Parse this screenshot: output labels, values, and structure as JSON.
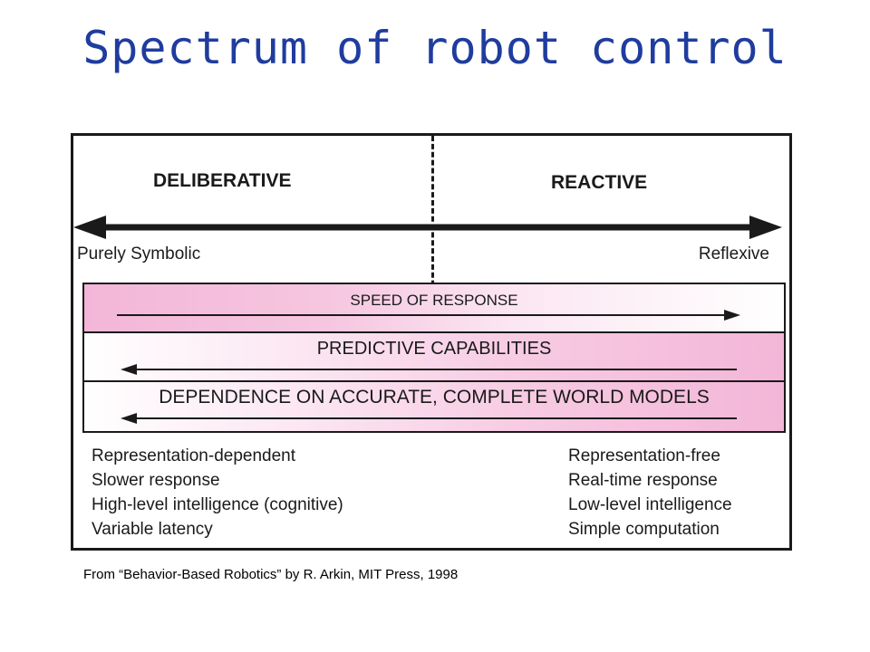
{
  "title": "Spectrum of robot control",
  "figure": {
    "heading_left": "DELIBERATIVE",
    "heading_right": "REACTIVE",
    "end_left": "Purely Symbolic",
    "end_right": "Reflexive",
    "bands": [
      {
        "label": "SPEED OF RESPONSE",
        "direction": "right"
      },
      {
        "label": "PREDICTIVE CAPABILITIES",
        "direction": "left"
      },
      {
        "label": "DEPENDENCE ON ACCURATE, COMPLETE WORLD MODELS",
        "direction": "left"
      }
    ],
    "traits_left": [
      "Representation-dependent",
      "Slower response",
      "High-level intelligence (cognitive)",
      "Variable latency"
    ],
    "traits_right": [
      "Representation-free",
      "Real-time response",
      "Low-level intelligence",
      "Simple computation"
    ]
  },
  "caption": "From “Behavior-Based Robotics” by R. Arkin, MIT Press, 1998",
  "colors": {
    "title": "#1f3c9e",
    "band_pink": "#f3b6d8",
    "ink": "#1a1a1a"
  }
}
